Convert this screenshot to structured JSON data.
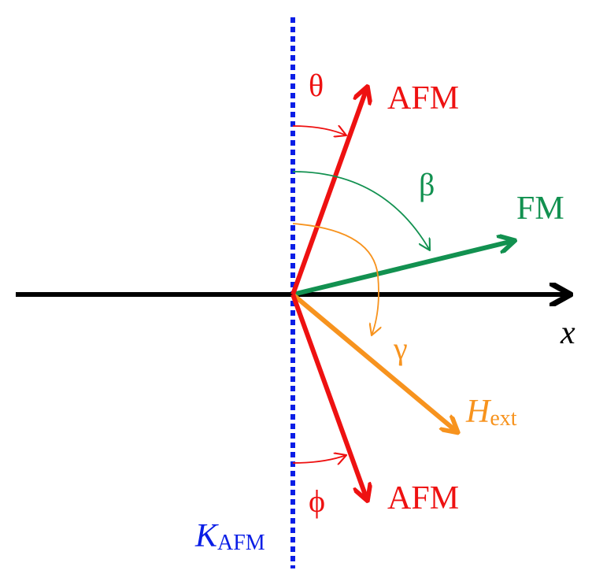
{
  "labels": {
    "theta": "θ",
    "afm_top": "AFM",
    "beta": "β",
    "fm": "FM",
    "x_axis": "x",
    "gamma": "γ",
    "h_ext_main": "H",
    "h_ext_sub": "ext",
    "phi": "ϕ",
    "afm_bottom": "AFM",
    "k_afm_main": "K",
    "k_afm_sub": "AFM"
  },
  "colors": {
    "afm": "#ee1111",
    "fm": "#129150",
    "h_ext": "#f7931e",
    "axis": "#000000",
    "anisotropy": "#0a1ee6"
  }
}
